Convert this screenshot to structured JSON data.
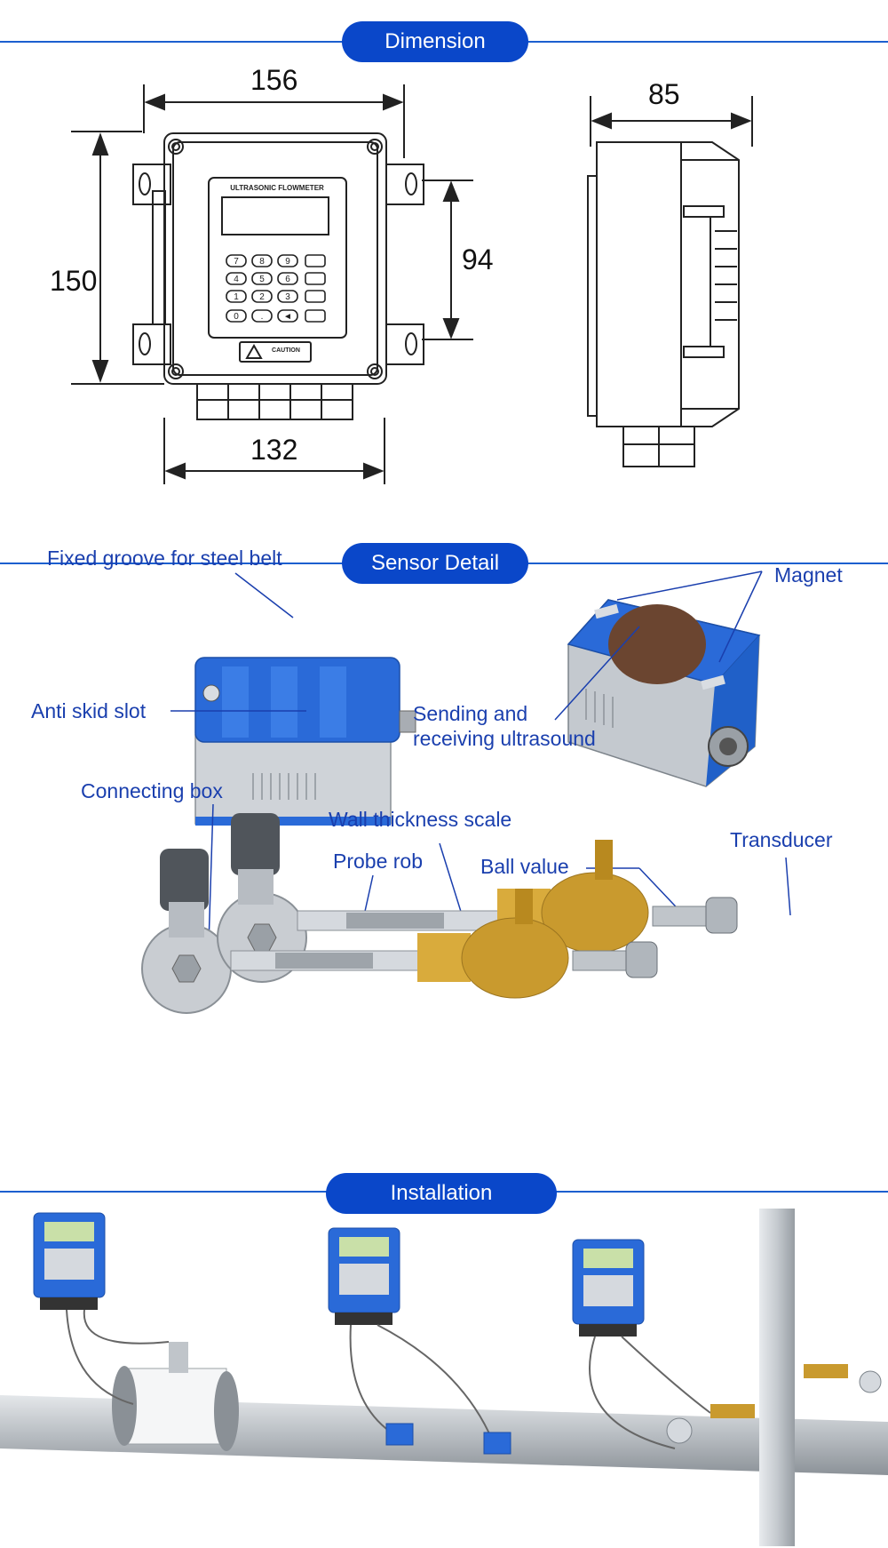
{
  "sections": {
    "dimension": "Dimension",
    "sensor_detail": "Sensor Detail",
    "installation": "Installation"
  },
  "dimension": {
    "width_top": "156",
    "height_left": "150",
    "height_right": "94",
    "width_bottom": "132",
    "depth": "85",
    "panel_title": "ULTRASONIC FLOWMETER",
    "caution_label": "CAUTION",
    "keypad_keys": [
      "7",
      "8",
      "9",
      "",
      "4",
      "5",
      "6",
      "",
      "1",
      "2",
      "3",
      "",
      "0",
      ".",
      "◄",
      ""
    ]
  },
  "sensor_labels": {
    "fixed_groove": "Fixed groove for steel belt",
    "anti_skid": "Anti skid slot",
    "magnet": "Magnet",
    "sending_line1": "Sending and",
    "sending_line2": "receiving ultrasound",
    "connecting_box": "Connecting box",
    "wall_thickness": "Wall thickness scale",
    "probe_rob": "Probe rob",
    "ball_value": "Ball value",
    "transducer": "Transducer"
  },
  "colors": {
    "accent": "#0a47c9",
    "label_blue": "#1a3fae",
    "sensor_blue": "#2a6ad8",
    "brass": "#c99a2e"
  }
}
